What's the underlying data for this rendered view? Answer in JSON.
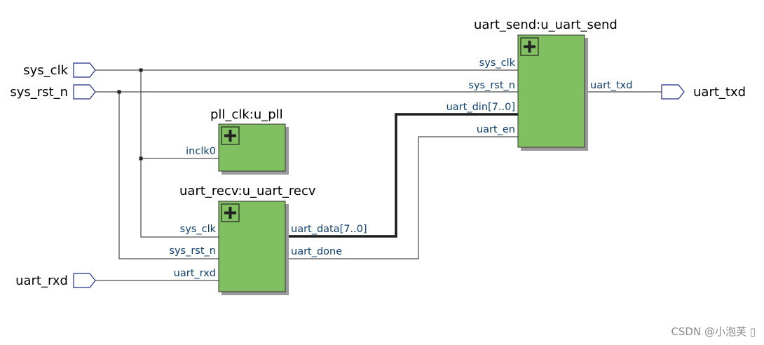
{
  "colors": {
    "wire": "#222222",
    "bus": "#1a1a1a",
    "bus_pin": "#0f3f6e",
    "module_fill": "#80c060",
    "module_stroke": "#333333",
    "shadow": "#9a9a9a",
    "port_stroke": "#1f2a8a",
    "pin_text": "#0f3f6e"
  },
  "ports": {
    "sys_clk": "sys_clk",
    "sys_rst_n": "sys_rst_n",
    "uart_rxd": "uart_rxd",
    "uart_txd": "uart_txd"
  },
  "modules": {
    "pll": {
      "title": "pll_clk:u_pll",
      "icon": "plus-icon",
      "inputs": [
        "inclk0"
      ],
      "outputs": []
    },
    "recv": {
      "title": "uart_recv:u_uart_recv",
      "icon": "plus-icon",
      "inputs": [
        "sys_clk",
        "sys_rst_n",
        "uart_rxd"
      ],
      "outputs": [
        "uart_data[7..0]",
        "uart_done"
      ]
    },
    "send": {
      "title": "uart_send:u_uart_send",
      "icon": "plus-icon",
      "inputs": [
        "sys_clk",
        "sys_rst_n",
        "uart_din[7..0]",
        "uart_en"
      ],
      "outputs": [
        "uart_txd"
      ]
    }
  },
  "watermark": "CSDN @小泡芙 ▯"
}
